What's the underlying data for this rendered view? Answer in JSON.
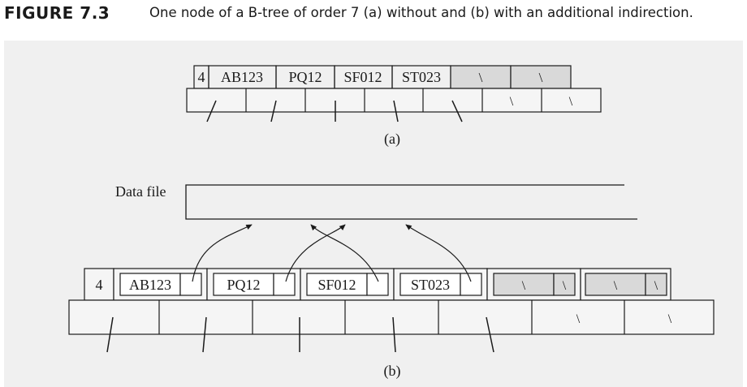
{
  "figure": {
    "number": "FIGURE 7.3",
    "caption": "One node of a B-tree of order 7 (a) without and (b) with an additional indirection."
  },
  "diagram": {
    "a": {
      "label": "(a)",
      "count": "4",
      "keys": [
        "AB123",
        "PQ12",
        "SF012",
        "ST023"
      ],
      "empty_key_mark": "\\",
      "empty_pointer_mark": "\\"
    },
    "b": {
      "label": "(b)",
      "data_file_label": "Data file",
      "count": "4",
      "keys": [
        "AB123",
        "PQ12",
        "SF012",
        "ST023"
      ],
      "empty_key_mark": "\\",
      "empty_pointer_mark": "\\"
    }
  },
  "colors": {
    "line": "#1a1a1a",
    "panel_bg": "#f0f0f0",
    "empty_cell": "#d9d9d9"
  }
}
